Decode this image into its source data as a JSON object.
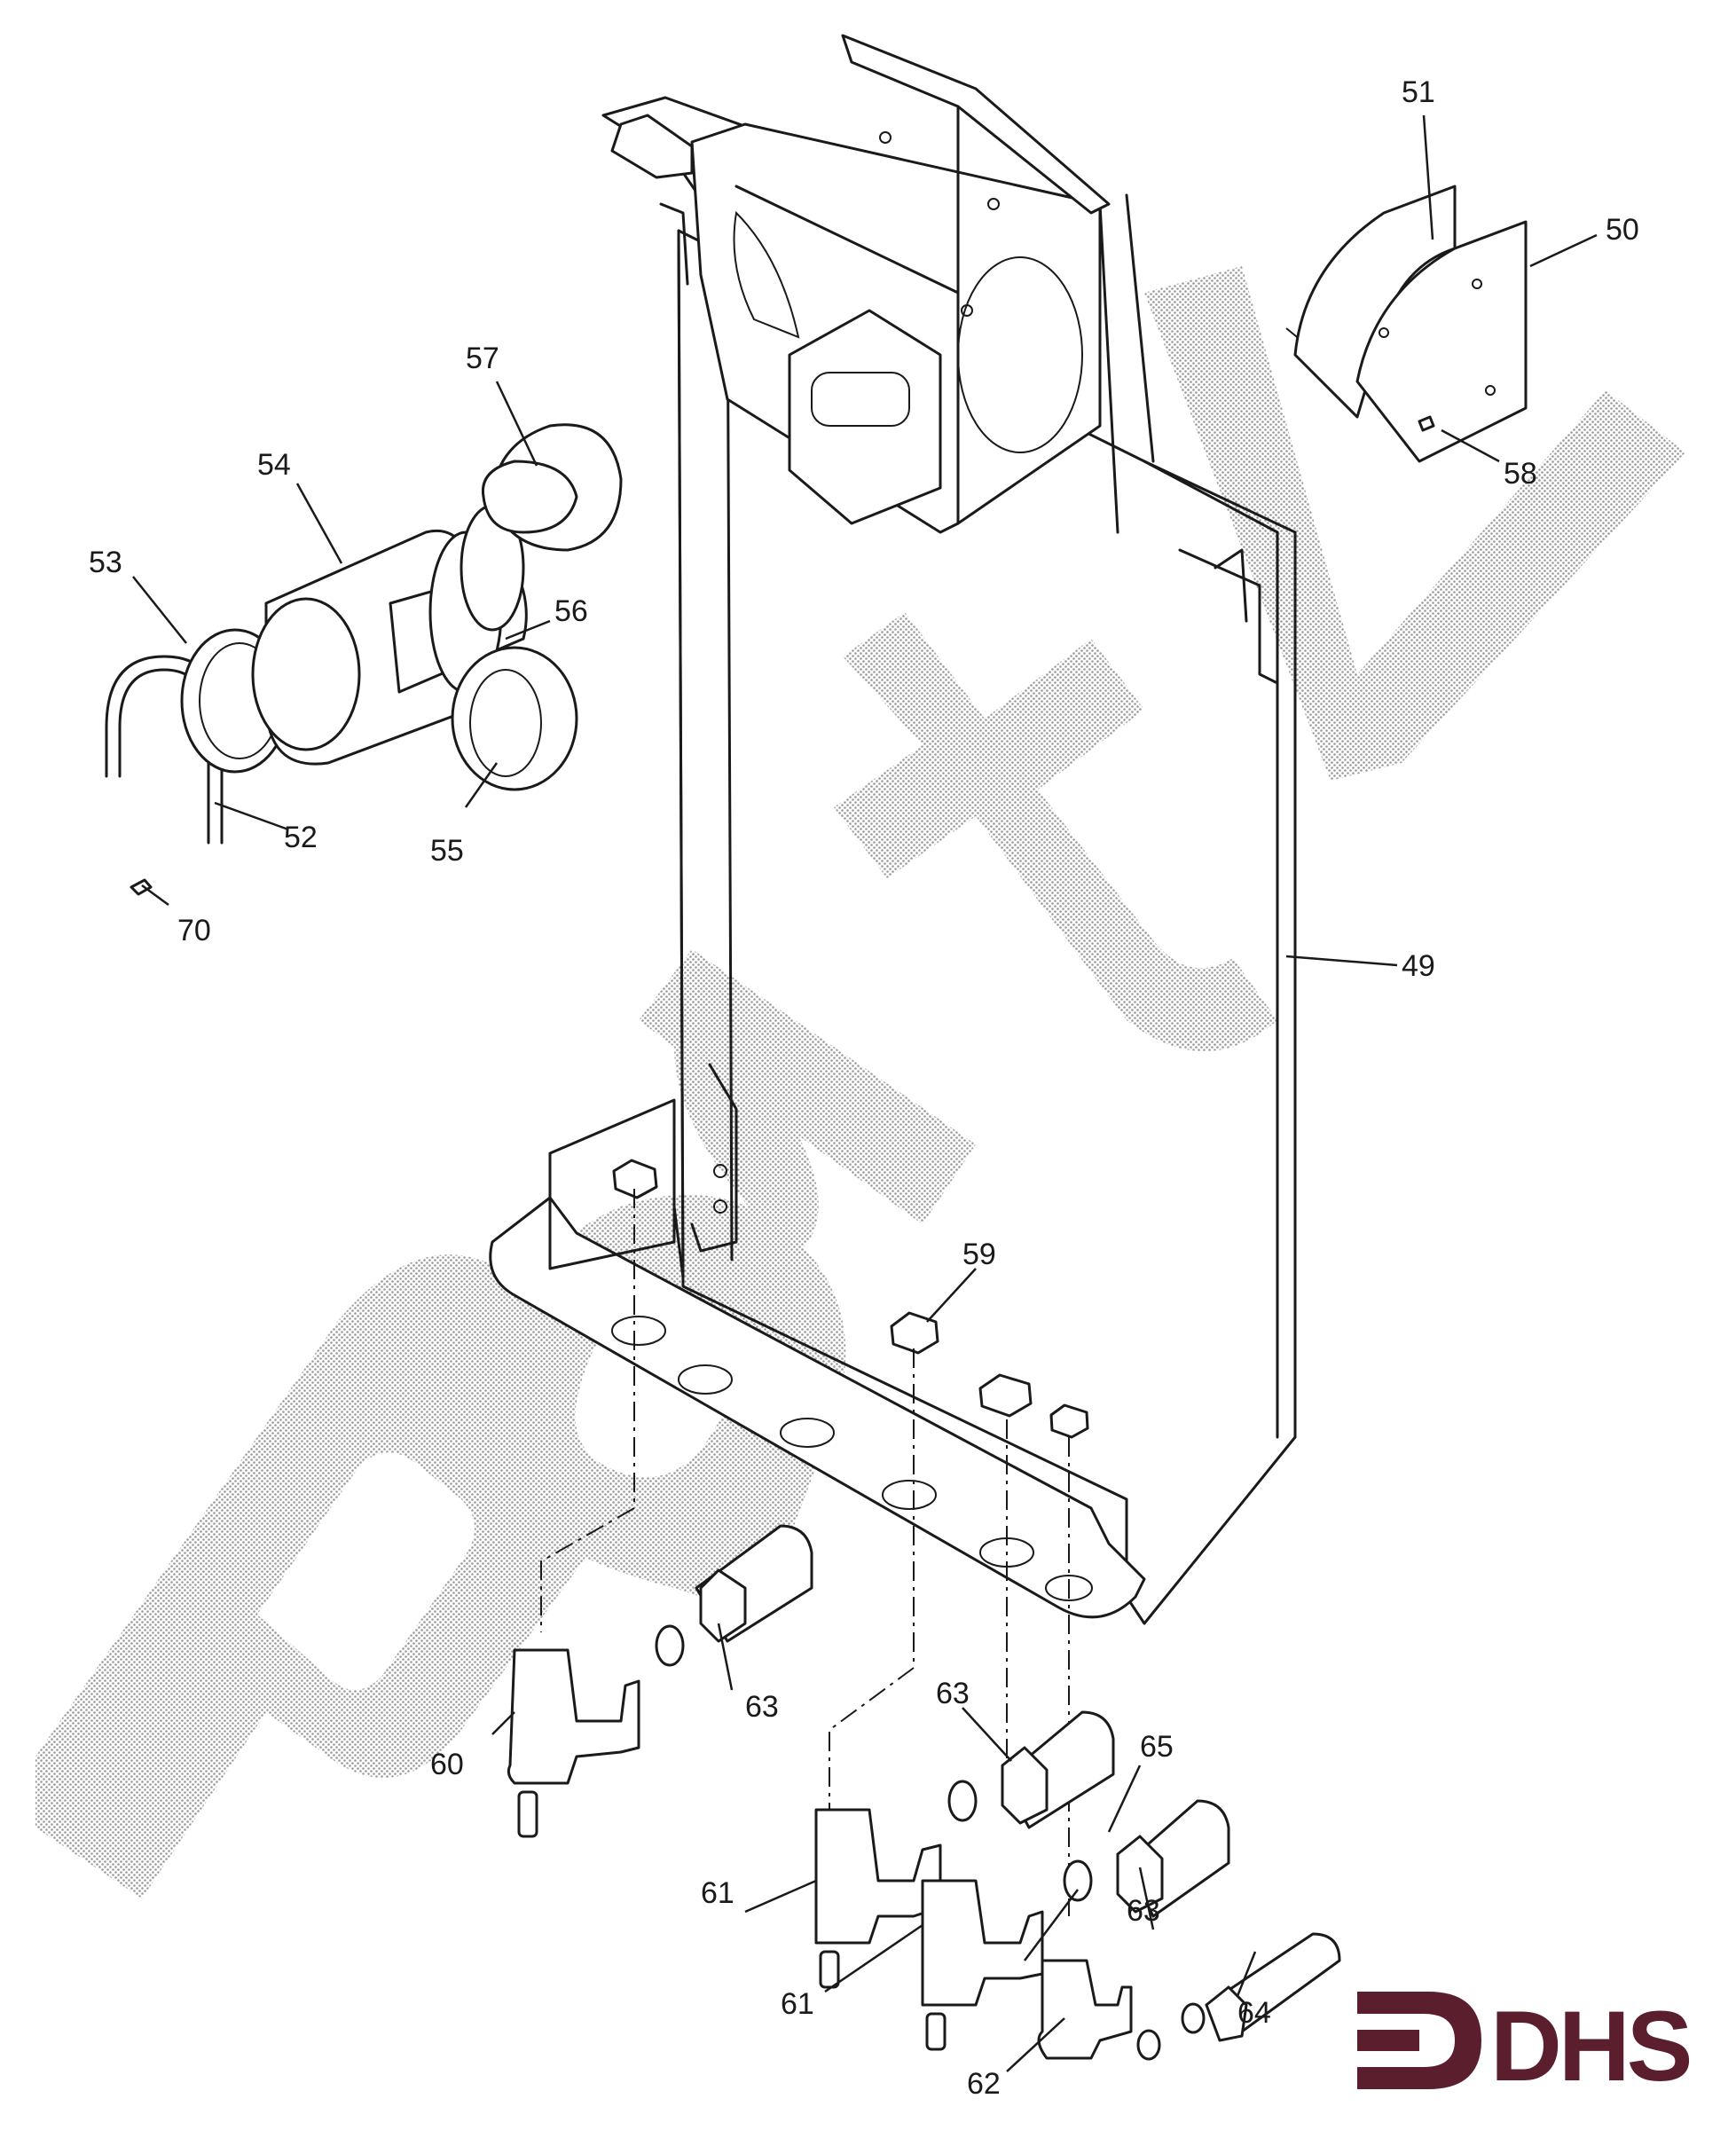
{
  "watermark": {
    "text": "Part",
    "tail": "L"
  },
  "logo": {
    "text": "DHS",
    "color": "#5a1e2c"
  },
  "callouts": [
    {
      "id": "c49",
      "label": "49"
    },
    {
      "id": "c50",
      "label": "50"
    },
    {
      "id": "c51",
      "label": "51"
    },
    {
      "id": "c52",
      "label": "52"
    },
    {
      "id": "c53",
      "label": "53"
    },
    {
      "id": "c54",
      "label": "54"
    },
    {
      "id": "c55",
      "label": "55"
    },
    {
      "id": "c56",
      "label": "56"
    },
    {
      "id": "c57",
      "label": "57"
    },
    {
      "id": "c58",
      "label": "58"
    },
    {
      "id": "c59",
      "label": "59"
    },
    {
      "id": "c60",
      "label": "60"
    },
    {
      "id": "c61a",
      "label": "61"
    },
    {
      "id": "c61b",
      "label": "61"
    },
    {
      "id": "c62",
      "label": "62"
    },
    {
      "id": "c63a",
      "label": "63"
    },
    {
      "id": "c63b",
      "label": "63"
    },
    {
      "id": "c63c",
      "label": "63"
    },
    {
      "id": "c64",
      "label": "64"
    },
    {
      "id": "c65",
      "label": "65"
    },
    {
      "id": "c70",
      "label": "70"
    }
  ]
}
